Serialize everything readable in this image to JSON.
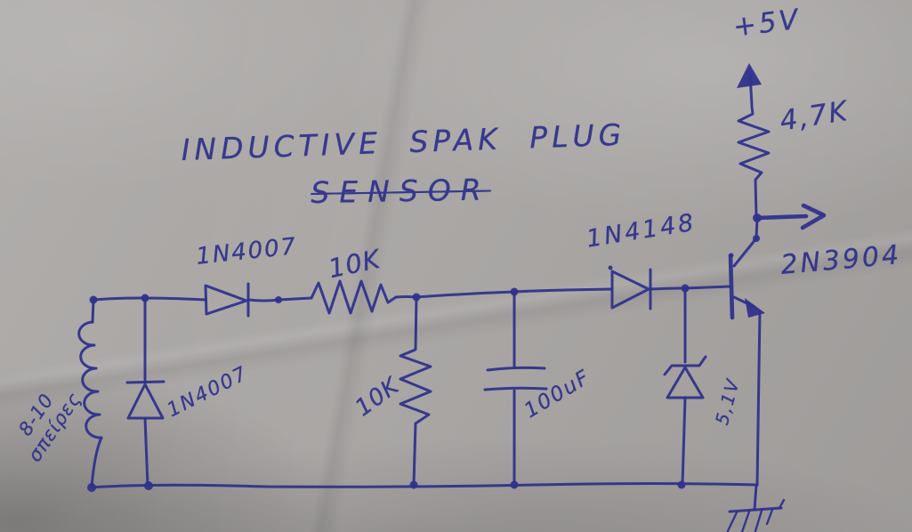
{
  "meta": {
    "kind": "hand-drawn circuit schematic on gray paper, photographed"
  },
  "colors": {
    "ink": "#30328c",
    "paper": "#b0adab"
  },
  "title": {
    "line1": "INDUCTIVE SPAK PLUG",
    "line2": "SENSOR"
  },
  "components": {
    "supply": {
      "type": "power-rail",
      "value": "+5V"
    },
    "r3": {
      "type": "resistor-pullup",
      "value": "4,7K"
    },
    "q1": {
      "type": "npn-transistor",
      "value": "2N3904"
    },
    "d3": {
      "type": "signal-diode",
      "value": "1N4148"
    },
    "dz": {
      "type": "zener-diode",
      "value": "5,1V"
    },
    "c1": {
      "type": "capacitor",
      "value": "100uF"
    },
    "r2": {
      "type": "resistor-shunt",
      "value": "10K"
    },
    "r1": {
      "type": "resistor-series",
      "value": "10K"
    },
    "d1": {
      "type": "diode-series",
      "value": "1N4007"
    },
    "d2": {
      "type": "diode-shunt",
      "value": "1N4007"
    },
    "coil": {
      "type": "pickup-coil",
      "note_line1": "8-10",
      "note_line2": "σπείρες"
    },
    "output": {
      "type": "output-arrow"
    },
    "ground": {
      "type": "ground-symbol"
    }
  }
}
